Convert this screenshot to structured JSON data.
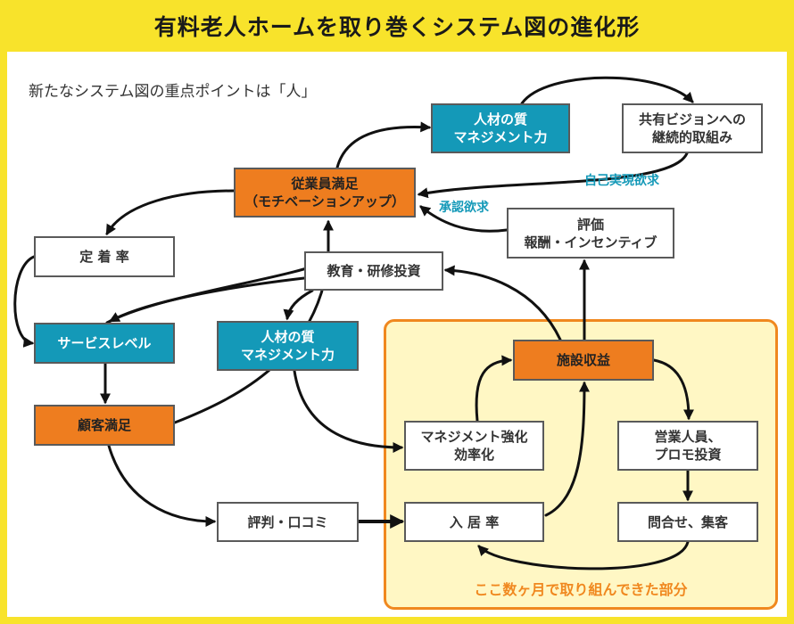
{
  "title": "有料老人ホームを取り巻くシステム図の進化形",
  "subtitle": "新たなシステム図の重点ポイントは「人」",
  "nodes": {
    "jinzai_top": {
      "lines": [
        "人材の質",
        "マネジメント力"
      ]
    },
    "vision": {
      "lines": [
        "共有ビジョンへの",
        "継続的取組み"
      ]
    },
    "employee": {
      "lines": [
        "従業員満足",
        "（モチベーションアップ）"
      ]
    },
    "hyoka": {
      "lines": [
        "評価",
        "報酬・インセンティブ"
      ]
    },
    "teichaku": {
      "lines": [
        "定 着 率"
      ]
    },
    "kyoiku": {
      "lines": [
        "教育・研修投資"
      ]
    },
    "service": {
      "lines": [
        "サービスレベル"
      ]
    },
    "jinzai_mid": {
      "lines": [
        "人材の質",
        "マネジメント力"
      ]
    },
    "shisetsu": {
      "lines": [
        "施設収益"
      ]
    },
    "kokyaku": {
      "lines": [
        "顧客満足"
      ]
    },
    "management": {
      "lines": [
        "マネジメント強化",
        "効率化"
      ]
    },
    "eigyo": {
      "lines": [
        "営業人員、",
        "プロモ投資"
      ]
    },
    "hyoban": {
      "lines": [
        "評判・口コミ"
      ]
    },
    "nyukyo": {
      "lines": [
        "入 居 率"
      ]
    },
    "toiawase": {
      "lines": [
        "問合せ、集客"
      ]
    }
  },
  "labels": {
    "self_actualization": "自己実現欲求",
    "approval": "承認欲求",
    "region": "ここ数ヶ月で取り組んできた部分"
  },
  "colors": {
    "yellow": "#f8e32b",
    "teal": "#1499b8",
    "orange": "#ee7d1f",
    "region_fill": "#fff7c4",
    "region_border": "#f0881f"
  }
}
